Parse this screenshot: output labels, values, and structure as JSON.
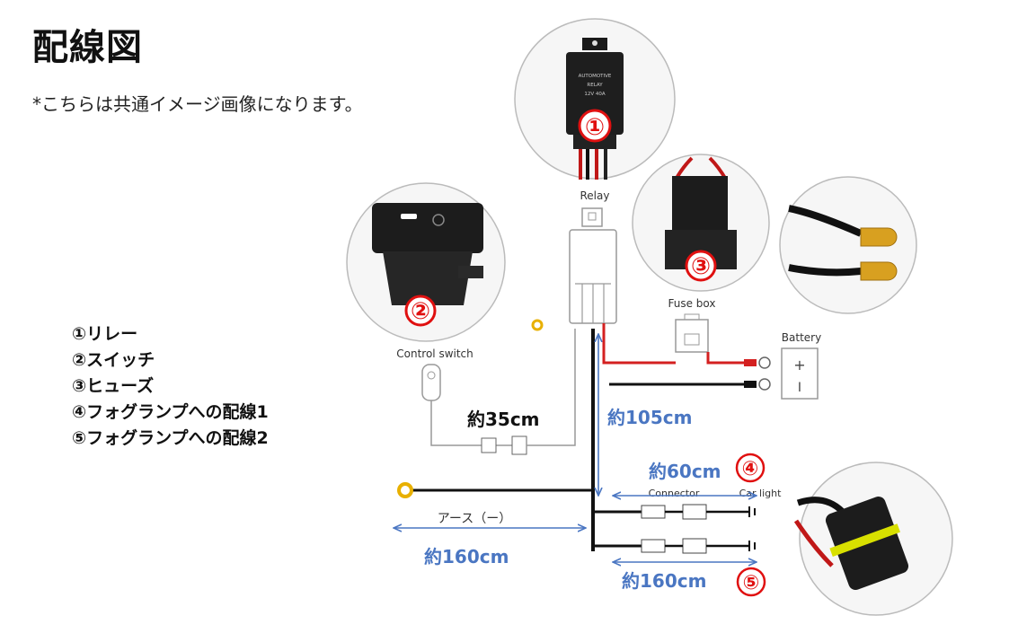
{
  "title": "配線図",
  "note": "*こちらは共通イメージ画像になります。",
  "legend": [
    "①リレー",
    "②スイッチ",
    "③ヒューズ",
    "④フォグランプへの配線1",
    "⑤フォグランプへの配線2"
  ],
  "component_labels": {
    "relay": "Relay",
    "control_switch": "Control switch",
    "fuse_box": "Fuse box",
    "battery": "Battery",
    "connector": "Connector",
    "car_light": "Car light",
    "ground": "アース（ー）",
    "relay_printed_text": [
      "AUTOMOTIVE",
      "RELAY",
      "12V 40A"
    ],
    "battery_plus": "+",
    "battery_minus": "I"
  },
  "markers": {
    "relay": "①",
    "switch": "②",
    "fuse": "③",
    "fog1": "④",
    "fog2": "⑤"
  },
  "lengths": {
    "switch_wire": "約35cm",
    "battery_wire": "約105cm",
    "fog1_wire": "約60cm",
    "ground_wire": "約160cm",
    "fog2_wire": "約160cm"
  },
  "colors": {
    "marker_red": "#e01010",
    "dimension_blue": "#4a76c2",
    "wire_red": "#d42020",
    "wire_black": "#111111",
    "wire_gray": "#9a9a9a",
    "terminal_yellow": "#e8b000"
  }
}
